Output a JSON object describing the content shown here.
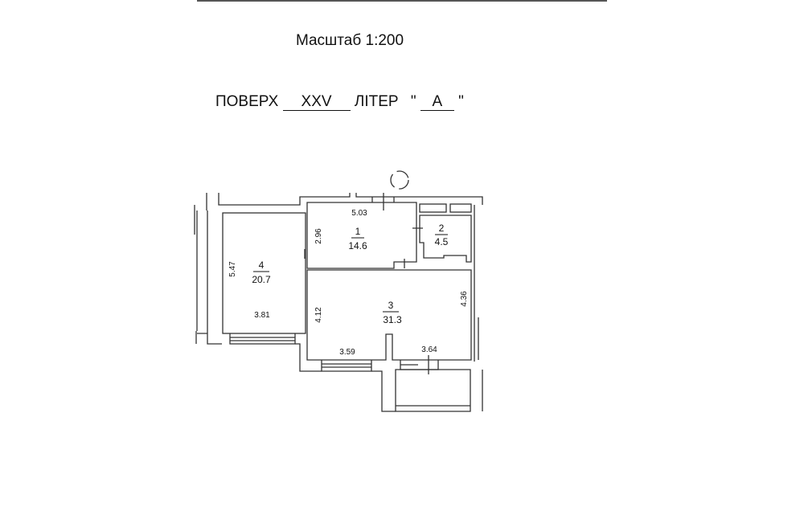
{
  "header": {
    "scale_label": "Масштаб 1:200",
    "floor_label": "ПОВЕРХ",
    "floor_value": "XXV",
    "letter_label": "ЛІТЕР",
    "quote_open": "\"",
    "letter_value": "А",
    "quote_close": "\""
  },
  "rooms": [
    {
      "number": "1",
      "area": "14.6"
    },
    {
      "number": "2",
      "area": "4.5"
    },
    {
      "number": "3",
      "area": "31.3"
    },
    {
      "number": "4",
      "area": "20.7"
    }
  ],
  "dimensions": {
    "room1_width": "5.03",
    "room1_height": "2.96",
    "room4_height": "5.47",
    "room4_width": "3.81",
    "room3_left_height": "4.12",
    "room3_right_height": "4.36",
    "room3_left_width": "3.59",
    "room3_right_width": "3.64"
  }
}
